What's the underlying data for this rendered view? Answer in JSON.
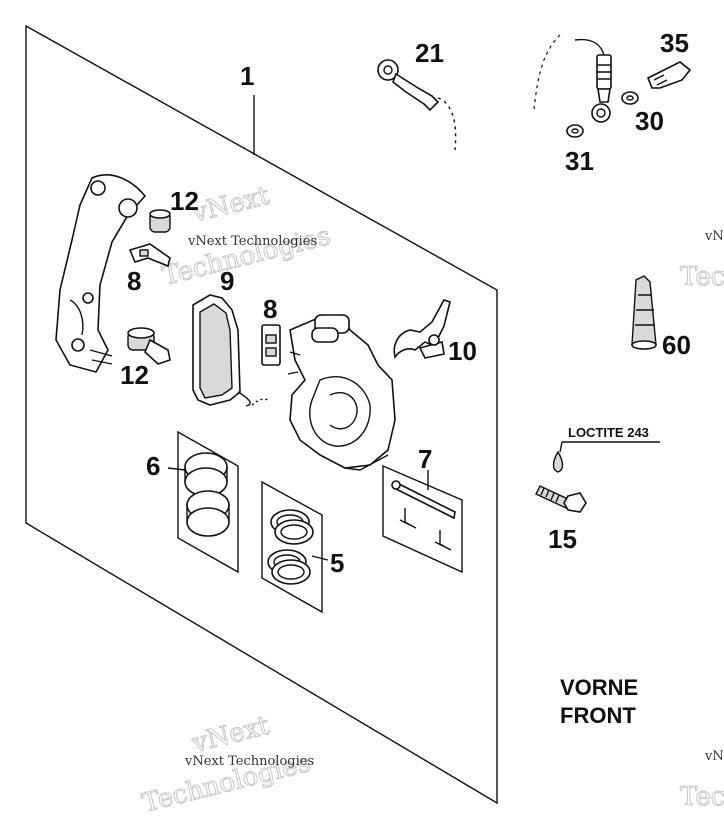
{
  "callouts": {
    "c1": "1",
    "c21": "21",
    "c35": "35",
    "c30": "30",
    "c31": "31",
    "c12a": "12",
    "c8a": "8",
    "c9": "9",
    "c8b": "8",
    "c10": "10",
    "c12b": "12",
    "c60": "60",
    "c6": "6",
    "c7": "7",
    "c5": "5",
    "c15": "15"
  },
  "loctite_label": "LOCTITE 243",
  "direction": {
    "line1": "VORNE",
    "line2": "FRONT"
  },
  "watermark": {
    "company": "vNext Technologies",
    "art_top": "vNext",
    "art_bottom": "Technologies"
  },
  "icons": [
    "brake-caliper-icon",
    "brake-pad-icon",
    "bleed-screw-icon",
    "banjo-fitting-icon",
    "bolt-icon",
    "sealant-tube-icon",
    "oil-drop-icon"
  ],
  "colors": {
    "ink": "#111111",
    "watermark": "#c8c8c8",
    "fill": "#d9d9d9"
  }
}
